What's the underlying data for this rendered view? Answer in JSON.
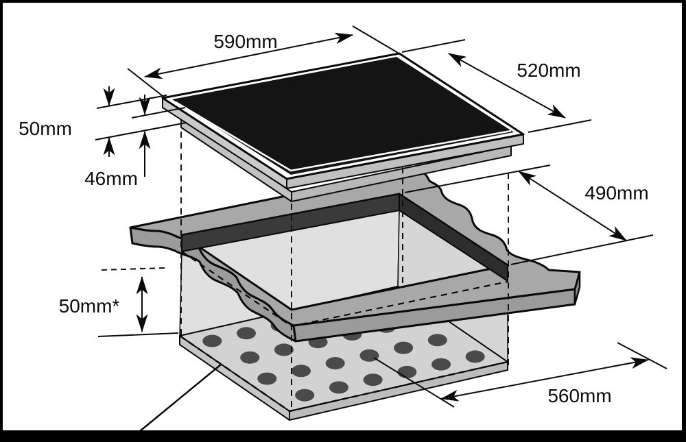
{
  "diagram": {
    "type": "installation-drawing",
    "dimensions": {
      "hob_width": "590mm",
      "hob_depth": "520mm",
      "total_height": "50mm",
      "built_in_depth": "46mm",
      "cutout_depth": "490mm",
      "min_clearance": "50mm*",
      "cutout_width": "560mm"
    },
    "colors": {
      "background": "#ffffff",
      "line": "#0a0a0a",
      "glass": "#141414",
      "hob_frame": "#ffffff",
      "hob_side": "#c6c6c6",
      "worktop": "#a8a8a8",
      "worktop_edge": "#9b9b9b",
      "cutout_wall_left": "#3a3a3a",
      "cutout_wall_right": "#2d2d2d",
      "cabinet_interior": "#dedede",
      "shelf": "#d2d2d2",
      "perforation": "#4a4a4a",
      "border": "#000000"
    }
  }
}
